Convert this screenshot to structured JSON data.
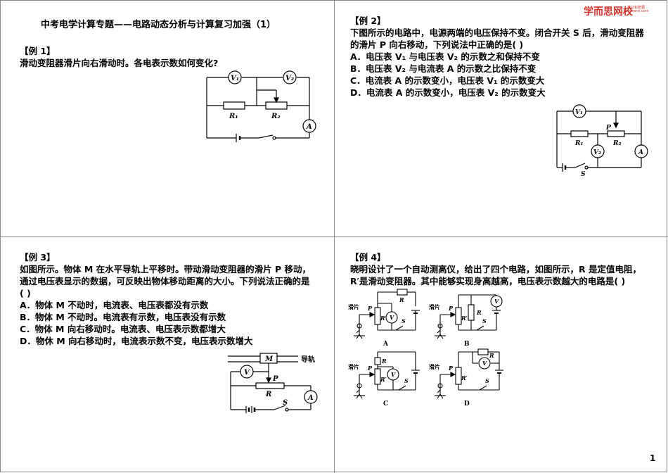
{
  "brand": {
    "name": "学而思网校",
    "sub1": "学习包数据",
    "sub2": "xueersi.com"
  },
  "page_number": "1",
  "q1": {
    "doc_title": "中考电学计算专题——电路动态分析与计算复习加强（1）",
    "label": "【例 1】",
    "question": "滑动变阻器滑片向右滑动时。各电表示数如何变化?",
    "fig": {
      "v1": "V₁",
      "v2": "V₂",
      "r1": "R₁",
      "r2": "R₂",
      "a": "A"
    }
  },
  "q2": {
    "label": "【例 2】",
    "lines": [
      "下图所示的电路中，电源两端的电压保持不变。闭合开关 S 后，滑动变阻器",
      "的滑片 P 向右移动，下列说法中正确的是(        )"
    ],
    "options": [
      "A．电压表 V₁ 与电压表 V₂ 的示数之和保持不变",
      "B．电压表 V₂ 与电流表 A 的示数之比保持不变",
      "C．电流表 A 的示数变小，电压表 V₁ 的示数变大",
      "D．电流表 A 的示数变小，电压表 V₂ 的示数变大"
    ],
    "fig": {
      "v1": "V₁",
      "v2": "V₂",
      "r1": "R₁",
      "r2": "R₂",
      "p": "P",
      "a": "A",
      "s": "S"
    }
  },
  "q3": {
    "label": "【例 3】",
    "lines": [
      "如图所示。物体 M 在水平导轨上平移时。带动滑动变阻器的滑片 P 移动，",
      "通过电压表显示的数据，可反映出物体移动距离的大小。下列说法正确的是",
      "(        )"
    ],
    "options": [
      "A．物体 M 不动时，电流表、电压表都没有示数",
      "B．物体 M 不动时。电流表有示数，电压表没有示数",
      "C．物体 M 向右移动时。电流表、电压表示数都增大",
      "D．物休 M 向右移动时，电流表示数不变，电压表示数增大"
    ],
    "fig": {
      "m": "M",
      "rail": "导轨",
      "v": "V",
      "p": "P",
      "r": "R",
      "s": "S",
      "a": "A"
    }
  },
  "q4": {
    "label": "【例 4】",
    "lines": [
      "晓明设计了一个自动测高仪，给出了四个电路，如图所示，R 是定值电阻，",
      "R′是滑动变阻器。其中能够实现身高越高，电压表示数越大的电路是(        )"
    ],
    "fig": {
      "slider": "滑片",
      "r": "R",
      "rp": "R′",
      "v": "V",
      "s": "S",
      "p": "P",
      "captions": [
        "A",
        "B",
        "C",
        "D"
      ]
    }
  }
}
